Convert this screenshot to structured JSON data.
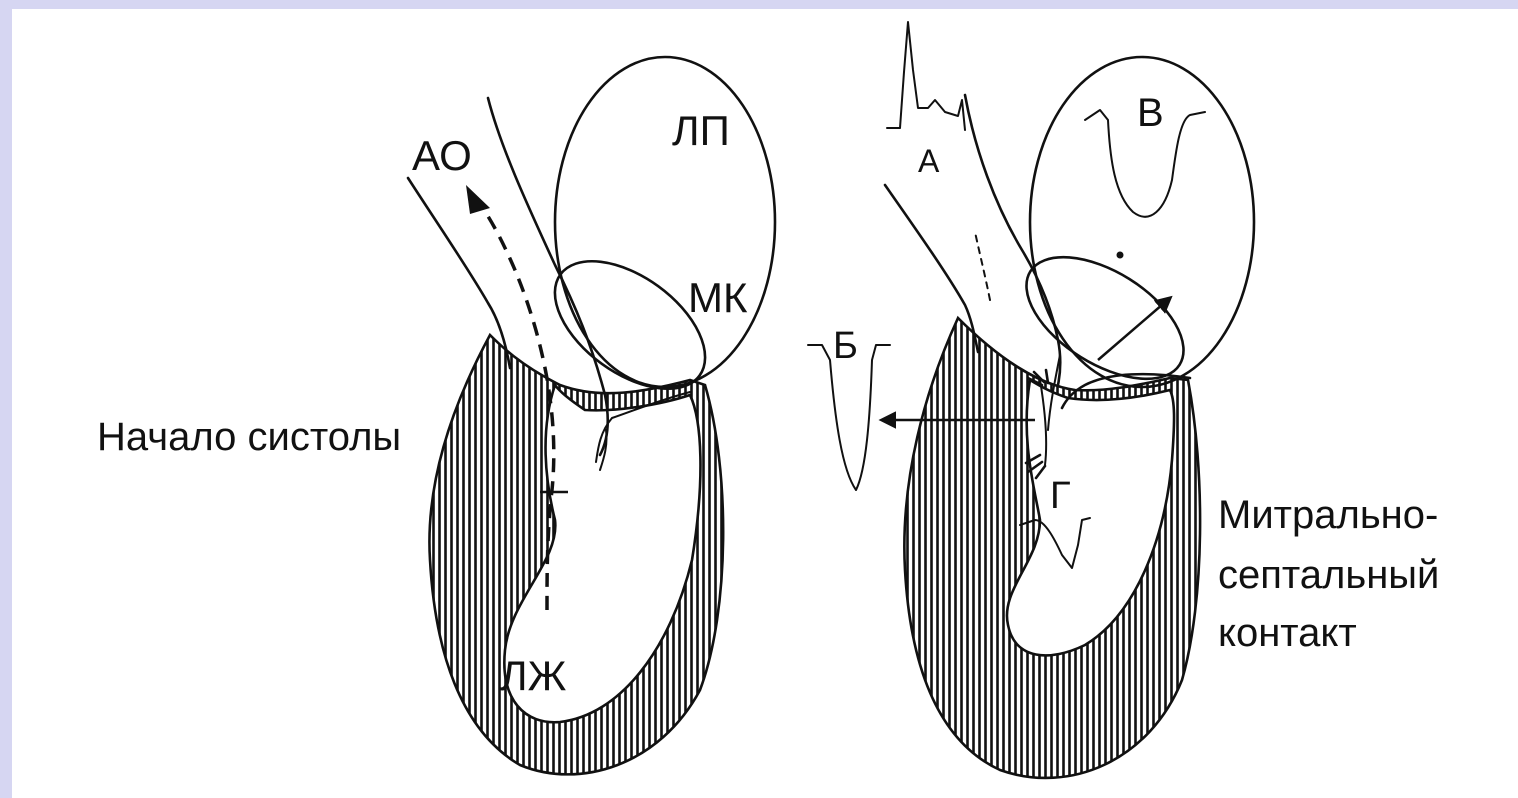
{
  "colors": {
    "frame": "#d6d6f2",
    "background": "#ffffff",
    "ink": "#111111"
  },
  "left_panel": {
    "aorta_label": "АО",
    "left_atrium_label": "ЛП",
    "mitral_valve_label": "МК",
    "left_ventricle_label": "ЛЖ",
    "caption": "Начало систолы"
  },
  "right_panel": {
    "label_a": "А",
    "label_b": "Б",
    "label_v": "В",
    "label_g": "Г",
    "caption_lines": [
      "Митрально-",
      "септальный",
      "контакт"
    ]
  }
}
